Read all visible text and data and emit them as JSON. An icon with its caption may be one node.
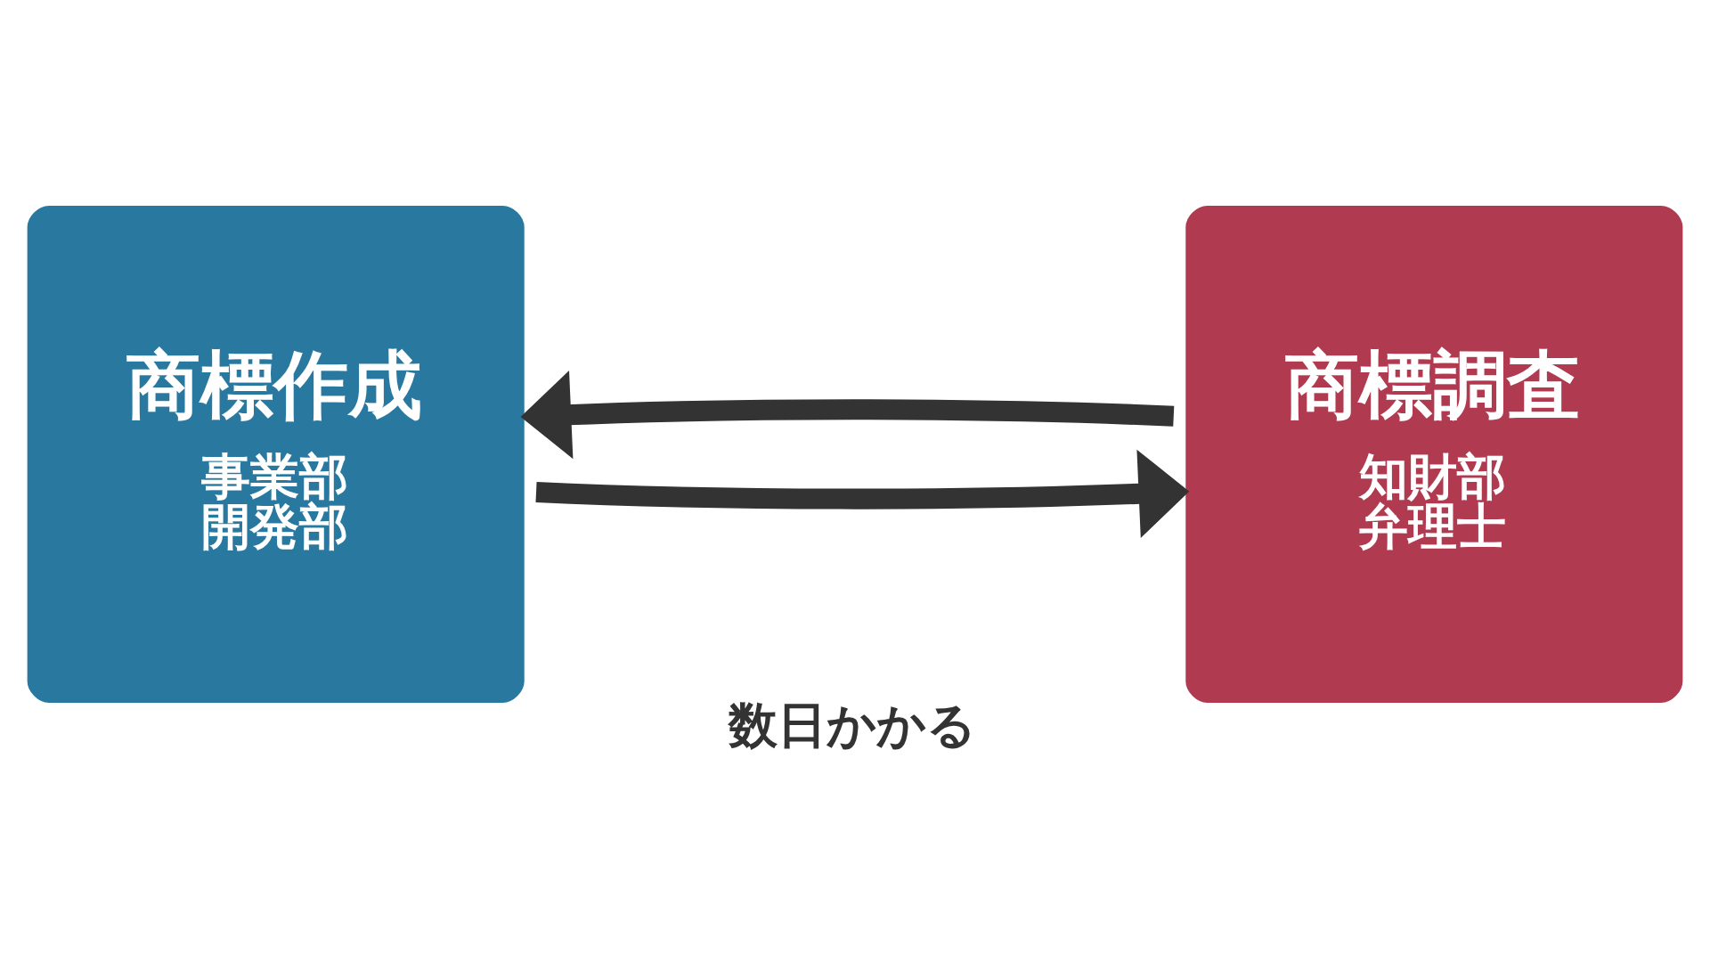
{
  "diagram": {
    "nodes": [
      {
        "text": [
          "商標作成",
          "事業部",
          "開発部"
        ]
      },
      {
        "text": [
          "商標調査",
          "知財部",
          "弁理士"
        ]
      }
    ],
    "edges": [
      {
        "from": 0,
        "to": 1,
        "arrow": "to"
      },
      {
        "from": 1,
        "to": 0,
        "arrow": "to"
      }
    ],
    "labels": [
      "数日かかる"
    ]
  }
}
